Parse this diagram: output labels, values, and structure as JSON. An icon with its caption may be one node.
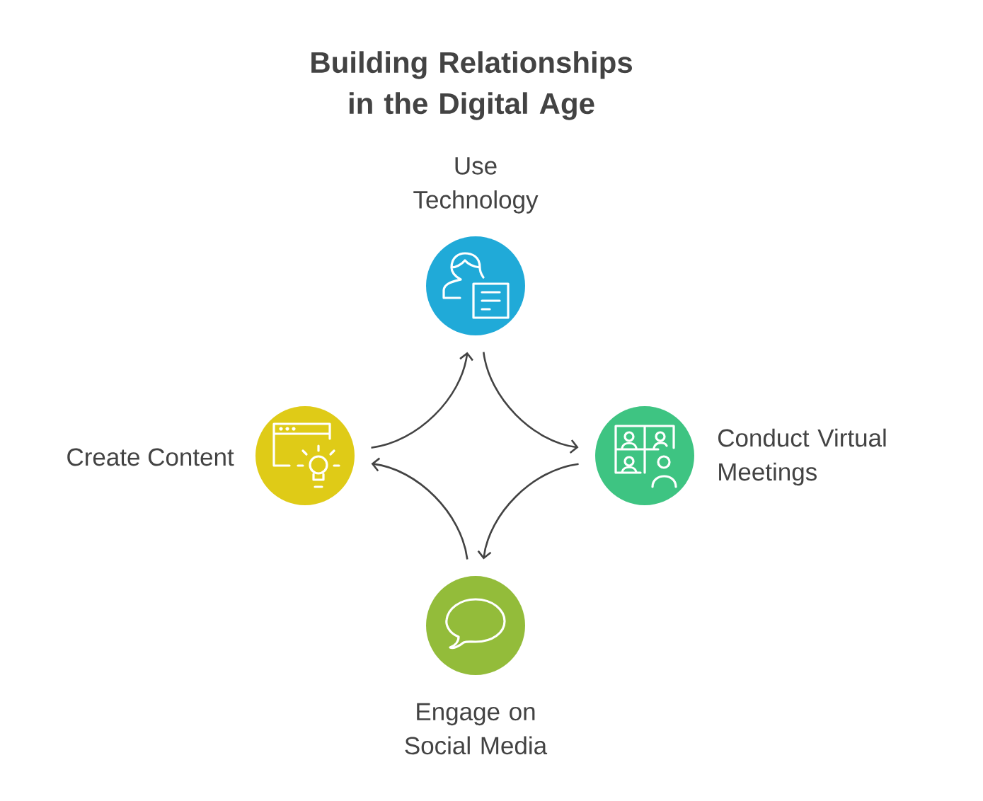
{
  "diagram": {
    "title": "Building Relationships in the Digital Age",
    "nodes": [
      {
        "text": [
          "Use Technology"
        ]
      },
      {
        "text": [
          "Conduct Virtual Meetings"
        ]
      },
      {
        "text": [
          "Engage on Social Media"
        ]
      },
      {
        "text": [
          "Create Content"
        ]
      }
    ],
    "edges": [
      {
        "from": 0,
        "to": 1,
        "arrow": "to"
      },
      {
        "from": 1,
        "to": 2,
        "arrow": "to"
      },
      {
        "from": 2,
        "to": 3,
        "arrow": "to"
      },
      {
        "from": 3,
        "to": 0,
        "arrow": "to"
      }
    ]
  }
}
